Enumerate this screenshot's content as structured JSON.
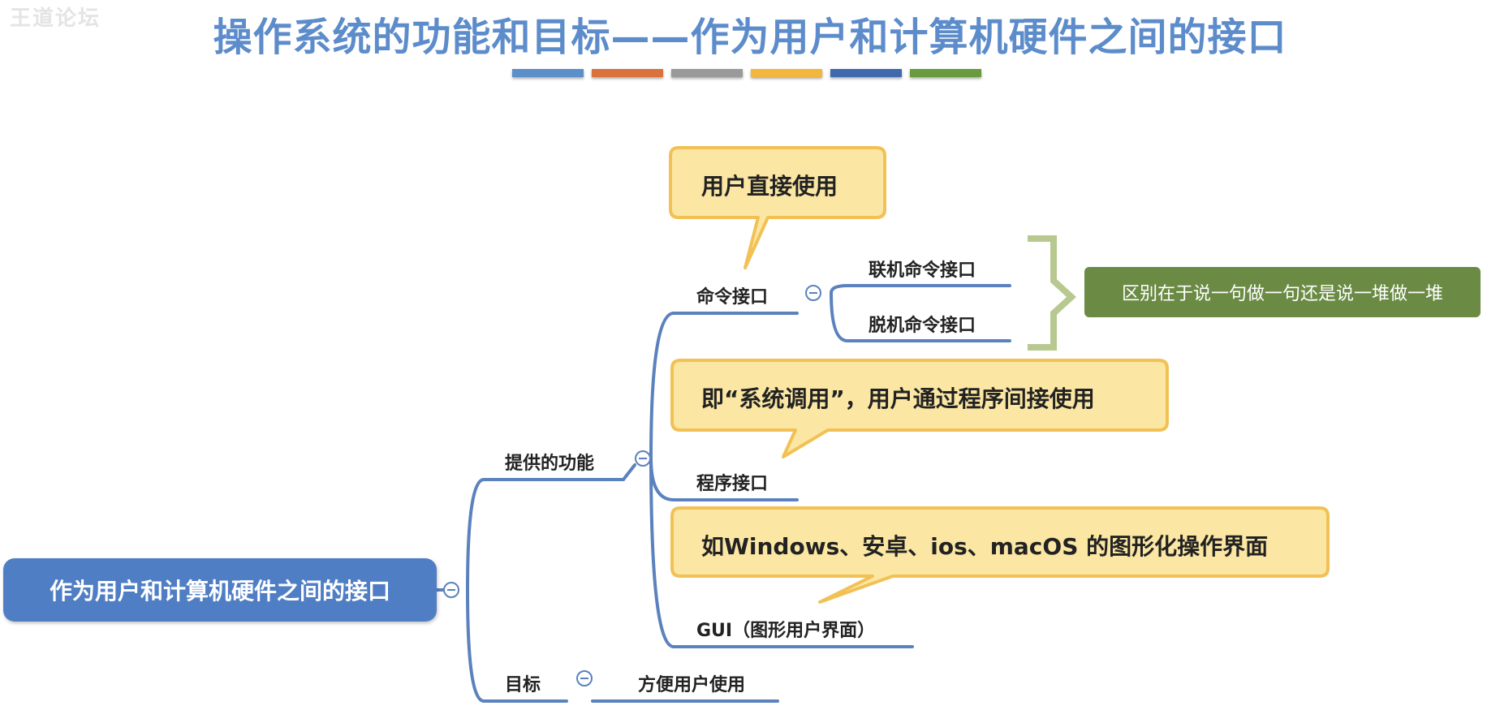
{
  "watermark": "王道论坛",
  "title": "操作系统的功能和目标——作为用户和计算机硬件之间的接口",
  "colors": {
    "title": "#5d8ccb",
    "root_fill": "#4f7ec4",
    "branch_line": "#5b82bd",
    "callout_fill": "#fbe7a3",
    "callout_border": "#f2c155",
    "bracket": "#b7c98f",
    "note_fill": "#6b8b45",
    "bars": [
      "#5b8fca",
      "#d9723d",
      "#9a9a9a",
      "#f2b73f",
      "#3f68ad",
      "#6a9a3e"
    ]
  },
  "mindmap": {
    "root": "作为用户和计算机硬件之间的接口",
    "branches": {
      "functions": "提供的功能",
      "command_interface": "命令接口",
      "online_command": "联机命令接口",
      "offline_command": "脱机命令接口",
      "program_interface": "程序接口",
      "gui": "GUI（图形用户界面）",
      "goal": "目标",
      "goal_detail": "方便用户使用"
    },
    "callouts": {
      "direct_use": "用户直接使用",
      "system_call": "即“系统调用”，用户通过程序间接使用",
      "gui_examples": "如Windows、安卓、ios、macOS 的图形化操作界面"
    },
    "note": "区别在于说一句做一句还是说一堆做一堆"
  }
}
